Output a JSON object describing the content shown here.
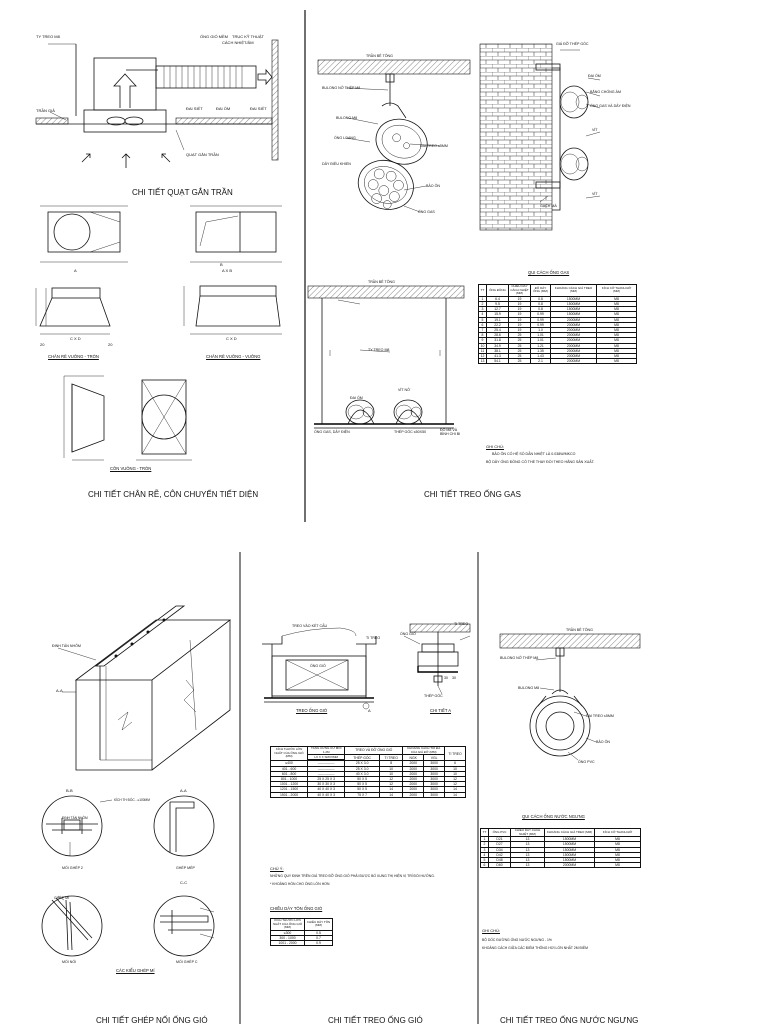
{
  "panel1": {
    "labels": {
      "hanger_rod": "TY TREO M8",
      "soft_duct": "ỐNG GIÓ MỀM",
      "tech_shaft": "TRỤC KỸ THUẬT",
      "insulation": "CÁCH NHIỆT/ÂM",
      "false_ceiling": "TRẦN GIẢ",
      "fan_label": "QUẠT GẮN TRẦN",
      "clamp": "ĐAI SIẾT",
      "elbow": "ĐAI ỐM",
      "wall_label": "ĐAI SIẾT"
    },
    "title_fan": "CHI TIẾT QUẠT GẮN TRẦN",
    "dim_A": "A",
    "dim_B": "B",
    "dim_AxB": "A X B",
    "dim_CxD": "C X D",
    "dim_20a": "20",
    "dim_20b": "20",
    "caption_sq_round": "CHÂN RẼ VUÔNG - TRÒN",
    "caption_sq_sq": "CHÂN RẼ VUÔNG - VUÔNG",
    "caption_cone": "CÔN VUÔNG - TRÒN",
    "title_transition": "CHI TIẾT CHÂN RẼ, CÔN CHUYỂN TIẾT DIỆN"
  },
  "panel2": {
    "labels": {
      "slab": "TRẦN BÊ TÔNG",
      "bolt": "BULONG NỞ THÉP M8",
      "rod": "BULONG M8",
      "copper": "ỐNG LOẠNG",
      "clamp": "ĐAI TREO ≤5MM",
      "cable": "DÂY ĐIỀU KHIỂN",
      "insul": "BẢO ÔN",
      "gas": "ỐNG GAS",
      "bracket": "GIÁ ĐỠ THÉP GÓC",
      "clamp2": "ĐAI ỐM",
      "anti_cond": "BĂNG CHỐNG ẨM",
      "gas_power": "ỐNG GAS VÀ DÂY ĐIỆN",
      "screw": "VÍT",
      "brick": "GẠCH MÁ",
      "rod2": "TY TREO M8",
      "slab2": "TRẦN BÊ TÔNG",
      "clip": "ĐAI ỐM",
      "screw2": "VÍT NỞ",
      "tray": "ỐNG GAS, DÂY ĐIỆN",
      "angle": "THÉP GÓC ≤50X50",
      "support": "ĐÕ M8 VÀ BÌNH CHI BI"
    },
    "table_title": "QUI CÁCH ỐNG GAS",
    "table_headers": [
      "TT",
      "ỐNG ĐỒNG",
      "CHIỀU DÀY CÁCH NHIỆT (MM)",
      "ĐỘ DÀY ỐNG (MM)",
      "KHOẢNG CÁCH GIÁ TREO (MM)",
      "KÍCH CỠ THANH ĐỠ (MM)"
    ],
    "table_rows": [
      [
        "1",
        "6.4",
        "19",
        "0.8",
        "1500MM",
        "M8"
      ],
      [
        "2",
        "9.5",
        "19",
        "0.8",
        "1500MM",
        "M8"
      ],
      [
        "3",
        "12.7",
        "19",
        "0.8",
        "1500MM",
        "M8"
      ],
      [
        "4",
        "15.9",
        "19",
        "0.99",
        "1500MM",
        "M8"
      ],
      [
        "5",
        "19.1",
        "19",
        "0.99",
        "2000MM",
        "M8"
      ],
      [
        "6",
        "22.2",
        "19",
        "0.99",
        "2000MM",
        "M8"
      ],
      [
        "7",
        "25.4",
        "19",
        "1.0",
        "2000MM",
        "M8"
      ],
      [
        "8",
        "28.6",
        "25",
        "1.01",
        "2000MM",
        "M8"
      ],
      [
        "9",
        "31.8",
        "25",
        "1.01",
        "2000MM",
        "M8"
      ],
      [
        "10",
        "34.9",
        "25",
        "1.21",
        "2000MM",
        "M8"
      ],
      [
        "11",
        "38.1",
        "25",
        "1.35",
        "2000MM",
        "M8"
      ],
      [
        "12",
        "41.3",
        "25",
        "1.43",
        "2000MM",
        "M8"
      ],
      [
        "13",
        "54.1",
        "25",
        "2.1",
        "2000MM",
        "M8"
      ]
    ],
    "note_title": "GHI CHÚ:",
    "notes": [
      "BẢO ÔN CÓ HỆ SỐ DẪN NHIỆT LÀ 0.038W/MKCO",
      "BỘ DÂY ỐNG ĐỒNG CÓ THỂ THAY ĐỔI THEO HÃNG SẢN XUẤT."
    ],
    "title": "CHI TIẾT TREO ỐNG GAS"
  },
  "panel3": {
    "labels": {
      "alu_strip": "ĐINH TÁN NHÔM",
      "section_aa": "A-A",
      "sec_b": "B-B",
      "sec_a": "A-A",
      "sec_c": "C-C",
      "rivet": "ĐINH TÁN NHÔM",
      "joint2": "MỐI GHÉP 2",
      "joint_mep": "GHÉP MÉP",
      "joint_noi": "MỐI NỐI",
      "joint_c": "MỐI GHÉP C",
      "seam": "GHÉP MÍ",
      "rivet_size": "KÍCH TH ĐỐC - ≥100MM"
    },
    "caption": "CÁC KIỂU GHÉP MÍ",
    "title": "CHI TIẾT GHÉP NỐI ỐNG GIÓ"
  },
  "panel4": {
    "labels": {
      "hook": "TREO VÀO KẾT CẤU",
      "rod": "TI TREO",
      "duct": "ỐNG GIÓ",
      "duct2": "ỐNG GIÓ",
      "rod2": "TI TREO",
      "angle": "THÉP GÓC",
      "dim30": "30",
      "dim30b": "30",
      "mark_a": "A"
    },
    "cap_duct": "TREO ỐNG GIÓ",
    "cap_detail": "CHI TIẾT A",
    "table_head": {
      "c1": "KÍCH THƯỚC LỚN NHẤT CỦA ỐNG GIÓ (MM)",
      "c2": "TĂNG CỨNG CỨ MỖI 1.2M",
      "c3": "TREO VÀ ĐỠ ỐNG GIÓ",
      "c3a": "THÉP GÓC",
      "c3b": "TI TREO",
      "c4": "KHOẢNG CÁCH TỐI ĐA CỦA GIÁ ĐỠ (MM)",
      "c4a": "NGK",
      "c4b": "VGL",
      "c5": "TI TREO",
      "c2sub": "LX X X SMXXMM"
    },
    "table_rows": [
      [
        "≤400",
        "---------------",
        "25 X 3.0",
        "8",
        "2000",
        "3000",
        "6"
      ],
      [
        "401 - 600",
        "---------------",
        "25 X 3.0",
        "10",
        "2000",
        "3000",
        "10"
      ],
      [
        "601 - 800",
        "---------------",
        "40 X 3.0",
        "10",
        "2000",
        "3000",
        "10"
      ],
      [
        "801 - 1000",
        "25 X 25 X 3",
        "50 X 5",
        "12",
        "2000",
        "3000",
        "12"
      ],
      [
        "1001 - 1200",
        "30 X 30 X 3",
        "50 X 5",
        "12",
        "2000",
        "3000",
        "12"
      ],
      [
        "1201 - 1500",
        "40 X 40 X 3",
        "50 X 5",
        "14",
        "2000",
        "3000",
        "14"
      ],
      [
        "1501 - 2000",
        "40 X 40 X 3",
        "75 X 7",
        "14",
        "2000",
        "3000",
        "14"
      ]
    ],
    "note_title": "CHÚ Ý:",
    "notes": [
      "NHỮNG QUY ĐỊNH TRÊN GIÁ TREO ĐỠ ỐNG GIÓ PHẢI ĐƯỢC BỐ XUNG THỊ HIỆN VỊ TRÍ ĐỔI HƯỚNG.",
      "* KHOẢNG HÓN CHO ỐNG LỚN HƠN"
    ],
    "thickness_title": "CHIỀU DÀY TÔN ỐNG GIÓ",
    "thickness_head": [
      "KÍCH THƯỚC LỚN NHẤT CỦA ỐNG GIÓ (MM)",
      "CHIỀU DÀY TÔN (MM)"
    ],
    "thickness_rows": [
      [
        "≤300",
        "0.5"
      ],
      [
        "300 - 1000",
        "0.7"
      ],
      [
        "1001 - 2000",
        "0.9"
      ]
    ],
    "title": "CHI TIẾT TREO ỐNG GIÓ"
  },
  "panel5": {
    "labels": {
      "slab": "TRẦN BÊ TÔNG",
      "bolt": "BULONG NỞ THÉP M8",
      "rod": "BULONG M8",
      "clamp": "ĐAI TREO ≤5MM",
      "insul": "BẢO ÔN",
      "pvc": "ỐNG PVC"
    },
    "table_title": "QUI CÁCH ỐNG NƯỚC NGƯNG",
    "table_headers": [
      "TT",
      "ỐNG PVC",
      "CHIỀU DÀY CÁCH NHIỆT (MM)",
      "KHOẢNG CÁCH GIÁ TREO (MM)",
      "KÍCH CỠ THANH ĐỠ"
    ],
    "table_rows": [
      [
        "1",
        "D21",
        "13",
        "1500MM",
        "M8"
      ],
      [
        "2",
        "D27",
        "13",
        "1500MM",
        "M8"
      ],
      [
        "3",
        "D34",
        "13",
        "1500MM",
        "M8"
      ],
      [
        "4",
        "D42",
        "13",
        "1500MM",
        "M8"
      ],
      [
        "5",
        "D48",
        "13",
        "1500MM",
        "M8"
      ],
      [
        "6",
        "D60",
        "13",
        "2000MM",
        "M8"
      ]
    ],
    "note_title": "GHI CHÚ:",
    "notes": [
      "BỘ DỐC ĐƯỜNG ỐNG NƯỚC NGƯNG - 1%",
      "KHOẢNG CÁCH GIỮA CÁC ĐIỂM THÔNG HƠI LỚN NHẤT 2M ĐIỂM"
    ],
    "title": "CHI TIẾT TREO ỐNG NƯỚC NGƯNG"
  }
}
